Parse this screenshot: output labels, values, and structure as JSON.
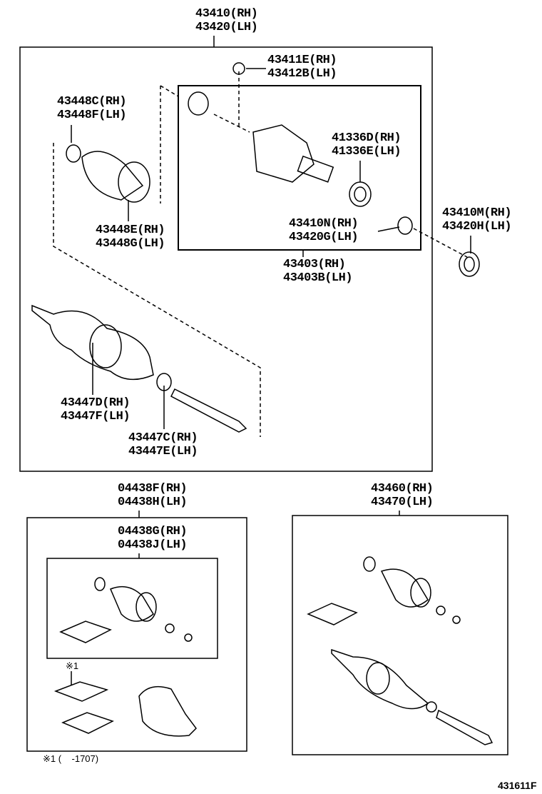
{
  "parts": {
    "drive_shaft": {
      "rh": "43410(RH)",
      "lh": "43420(LH)"
    },
    "snap_ring_top": {
      "rh": "43411E(RH)",
      "lh": "43412B(LH)"
    },
    "boot_clamp_outer": {
      "rh": "43448C(RH)",
      "lh": "43448F(LH)"
    },
    "oil_seal": {
      "rh": "41336D(RH)",
      "lh": "41336E(LH)"
    },
    "boot_clamp_inner": {
      "rh": "43448E(RH)",
      "lh": "43448G(LH)"
    },
    "snap_ring_inner": {
      "rh": "43410N(RH)",
      "lh": "43420G(LH)"
    },
    "dust_deflector": {
      "rh": "43410M(RH)",
      "lh": "43420H(LH)"
    },
    "inboard_joint": {
      "rh": "43403(RH)",
      "lh": "43403B(LH)"
    },
    "boot_clamp_shaft": {
      "rh": "43447D(RH)",
      "lh": "43447F(LH)"
    },
    "boot_clamp_small": {
      "rh": "43447C(RH)",
      "lh": "43447E(LH)"
    },
    "boot_kit": {
      "rh": "04438F(RH)",
      "lh": "04438H(LH)"
    },
    "boot_kit_inner": {
      "rh": "04438G(RH)",
      "lh": "04438J(LH)"
    },
    "shaft_assy": {
      "rh": "43460(RH)",
      "lh": "43470(LH)"
    }
  },
  "notes": {
    "marker": "※1",
    "footnote": "※1 (    -1707)"
  },
  "figure_id": "431611F"
}
